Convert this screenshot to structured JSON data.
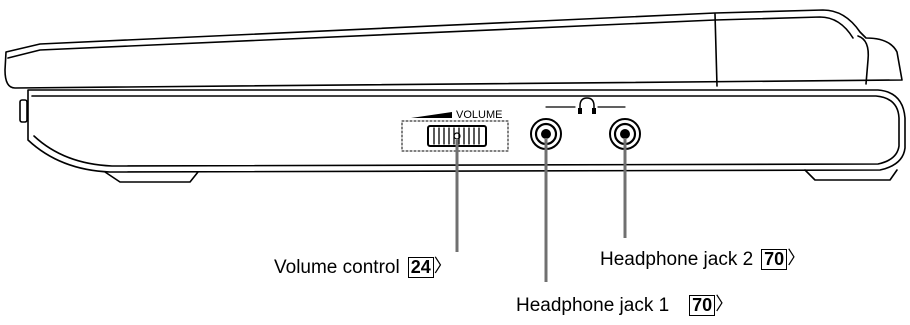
{
  "device_label": {
    "volume": "VOLUME",
    "headphone_symbol": "Ω"
  },
  "callouts": [
    {
      "id": "volume-control",
      "text": "Volume control",
      "page_ref": "24"
    },
    {
      "id": "headphone-jack-2",
      "text": "Headphone jack 2",
      "page_ref": "70"
    },
    {
      "id": "headphone-jack-1",
      "text": "Headphone jack 1",
      "page_ref": "70"
    }
  ],
  "colors": {
    "line": "#000000",
    "leader": "#707070",
    "body": "#ffffff"
  }
}
